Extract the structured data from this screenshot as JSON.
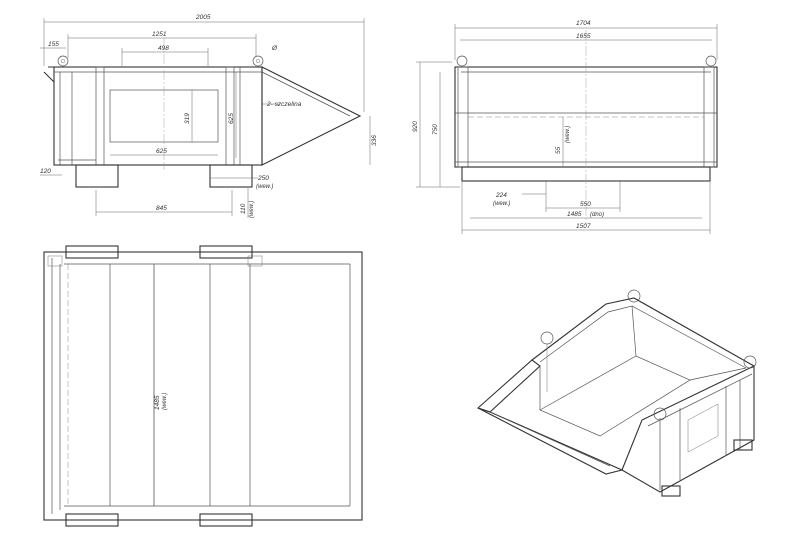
{
  "drawing": {
    "views": [
      "side-view",
      "front-view",
      "top-view",
      "isometric-view"
    ]
  },
  "side_view": {
    "dims": {
      "overall_length": "2005",
      "inner_length": "1251",
      "top_opening": "498",
      "left_offset": "155",
      "window_height": "319",
      "frame_height": "625",
      "window_width": "625",
      "base_offset": "120",
      "foot_width": "250",
      "foot_width_note": "(wew.)",
      "bottom_span": "845",
      "foot_height": "110",
      "foot_height_note": "(wew.)",
      "lip_height": "336",
      "slot_note": "2- szczelina",
      "hole_symbol": "Ø"
    }
  },
  "front_view": {
    "dims": {
      "overall_width": "1704",
      "inner_width": "1655",
      "total_height": "920",
      "body_height": "750",
      "rail_height": "55",
      "rail_height_note": "(wew.)",
      "foot_gap": "224",
      "foot_gap_note": "(wew.)",
      "foot_span": "550",
      "bottom_length": "1485",
      "bottom_length_note": "(dno)",
      "base_width": "1507"
    }
  },
  "top_view": {
    "dims": {
      "inner_length": "1485",
      "inner_length_note": "(wew.)"
    }
  }
}
